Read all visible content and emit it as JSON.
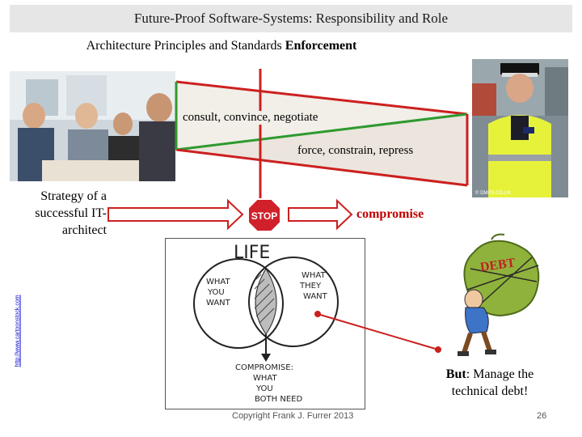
{
  "header": {
    "title": "Future-Proof Software-Systems: Responsibility and Role"
  },
  "subtitle": {
    "prefix": "Architecture Principles and Standards ",
    "emphasis": "Enforcement"
  },
  "triangle": {
    "upper_label": "consult, convince, negotiate",
    "lower_label": "force, constrain, repress"
  },
  "strategy": {
    "text": "Strategy of a successful IT-architect"
  },
  "stop_sign": {
    "label": "STOP"
  },
  "compromise": {
    "label": "compromise"
  },
  "venn": {
    "title": "LIFE",
    "left_label": "WHAT YOU WANT",
    "right_label": "WHAT THEY WANT",
    "bottom_label": "COMPROMISE: WHAT YOU BOTH NEED"
  },
  "debt_bag": {
    "label": "DEBT"
  },
  "debt_note": {
    "bold": "But",
    "text": ": Manage the technical debt!"
  },
  "credit": {
    "vertical": "http://www.cartoonstock.com",
    "photo": "© DMPS.CO.UK"
  },
  "footer": {
    "copyright": "Copyright Frank J. Furrer 2013",
    "page": "26"
  },
  "colors": {
    "green": "#2e9a2e",
    "red": "#cc2020",
    "arrow_fill": "#ffffff",
    "arrow_stroke": "#cc2020",
    "venn_overlap": "#555555"
  }
}
